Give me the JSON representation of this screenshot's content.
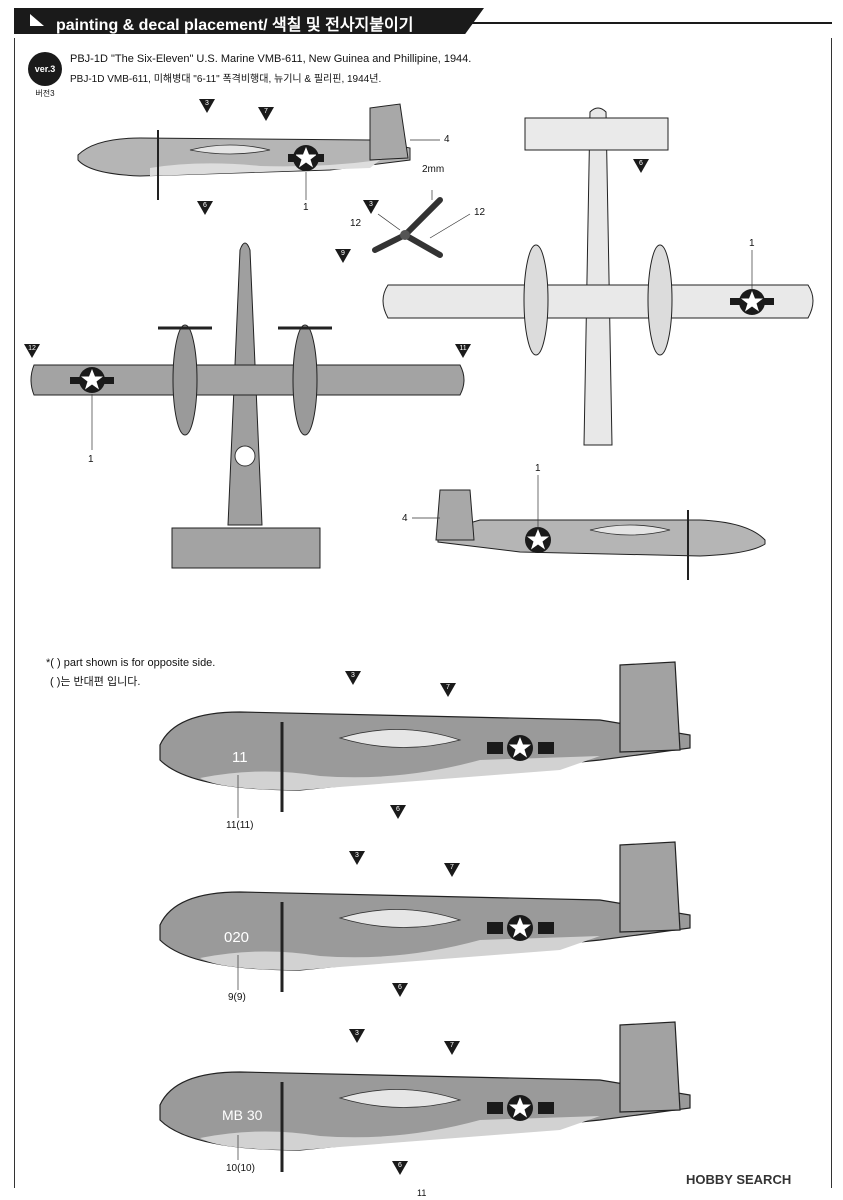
{
  "header": {
    "title": "painting & decal placement/ 색칠 및 전사지붙이기"
  },
  "version": {
    "badge": "ver.3",
    "label": "버전3"
  },
  "info": {
    "line1": "PBJ-1D  \"The Six-Eleven\" U.S. Marine VMB-611, New Guinea and Phillipine, 1944.",
    "line2": "PBJ-1D VMB-611, 미해병대 \"6-11\" 폭격비행대, 뉴기니 & 필리핀, 1944년."
  },
  "dimension": "2mm",
  "note": {
    "line1": "*(    ) part shown is for opposite side.",
    "line2": "(    )는 반대편 입니다."
  },
  "markers": {
    "m3": "3",
    "m6": "6",
    "m7": "7",
    "m9": "9",
    "m11": "11",
    "m12": "12"
  },
  "decal_labels": {
    "d1": "1",
    "d4": "4",
    "d12": "12",
    "v1": "11(11)",
    "v2": "9(9)",
    "v3": "10(10)"
  },
  "nose_codes": {
    "v1": "11",
    "v2": "020",
    "v3": "MB 30"
  },
  "page_number": "11",
  "watermark": "HOBBY SEARCH",
  "colors": {
    "camo": "#9a9a9a",
    "light": "#cfcfcf",
    "ink": "#1a1a1a"
  }
}
